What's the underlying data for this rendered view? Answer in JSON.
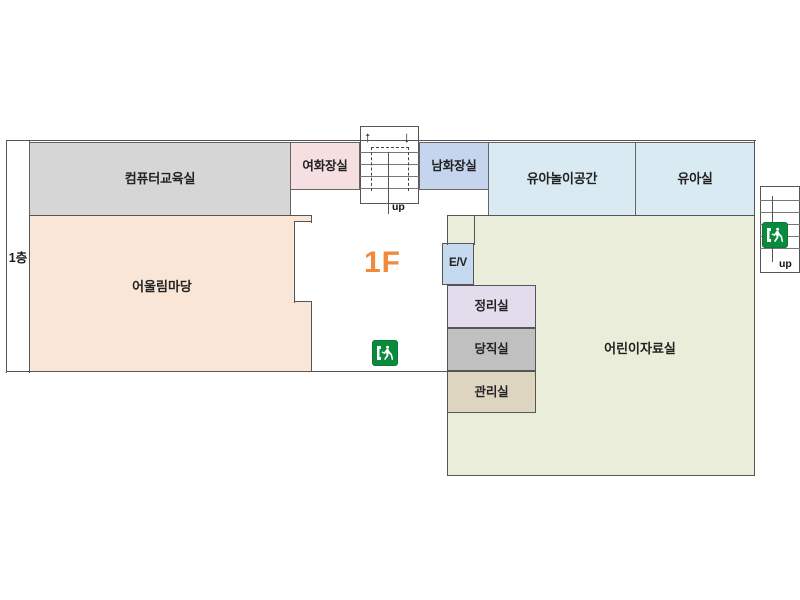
{
  "plan": {
    "floor_tag": "1F",
    "floor_strip_label": "1층",
    "rooms": [
      {
        "id": "computer-room",
        "label": "컴퓨터교육실",
        "color": "#d6d6d6"
      },
      {
        "id": "community-hall",
        "label": "어울림마당",
        "color": "#fae6d7"
      },
      {
        "id": "womens-restroom",
        "label": "여화장실",
        "color": "#f6dfe0"
      },
      {
        "id": "mens-restroom",
        "label": "남화장실",
        "color": "#c5d5ee"
      },
      {
        "id": "infant-play-area",
        "label": "유아놀이공간",
        "color": "#daeaf2"
      },
      {
        "id": "infant-room",
        "label": "유아실",
        "color": "#daeaf2"
      },
      {
        "id": "childrens-library",
        "label": "어린이자료실",
        "color": "#e9edd9"
      },
      {
        "id": "elevator",
        "label": "E/V",
        "color": "#c5d9ef"
      },
      {
        "id": "organizing-room",
        "label": "정리실",
        "color": "#e2dcec"
      },
      {
        "id": "duty-room",
        "label": "당직실",
        "color": "#c0c0c0"
      },
      {
        "id": "management-room",
        "label": "관리실",
        "color": "#ddd5c0"
      }
    ],
    "stair_labels": {
      "center_up": "up",
      "right_up": "up"
    },
    "arrows": {
      "up_arrow": "↑",
      "down_arrow": "↓"
    },
    "icons": {
      "emergency_exit": "emergency-exit-icon"
    },
    "colors": {
      "wall": "#555555",
      "floor_tag": "#f08a3c",
      "exit_green": "#0a8a3c"
    }
  }
}
